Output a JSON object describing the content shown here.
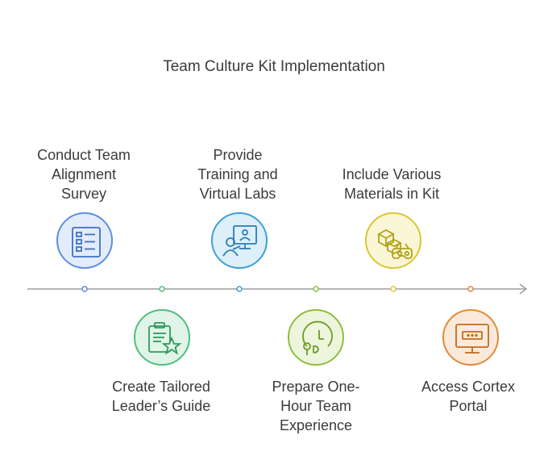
{
  "title": "Team Culture Kit Implementation",
  "steps": [
    {
      "label": "Conduct Team\nAlignment\nSurvey",
      "icon": "checklist-icon",
      "color": "#5b8fe0"
    },
    {
      "label": "Create Tailored\nLeader’s Guide",
      "icon": "clipboard-star-icon",
      "color": "#4fbf7c"
    },
    {
      "label": "Provide\nTraining and\nVirtual Labs",
      "icon": "virtual-training-icon",
      "color": "#3ea0d8"
    },
    {
      "label": "Prepare One-\nHour Team\nExperience",
      "icon": "clock-icon",
      "color": "#8fbf3f"
    },
    {
      "label": "Include Various\nMaterials in Kit",
      "icon": "boxes-vr-icon",
      "color": "#d9c734"
    },
    {
      "label": "Access Cortex\nPortal",
      "icon": "monitor-icon",
      "color": "#e08a3a"
    }
  ],
  "colors": {
    "blue_fill": "#e3ecfa",
    "green_fill": "#e0f5e8",
    "cyan_fill": "#ddeff9",
    "lime_fill": "#edf6dc",
    "yellow_fill": "#faf6d6",
    "orange_fill": "#fbeadb",
    "line": "#9e9e9e"
  }
}
